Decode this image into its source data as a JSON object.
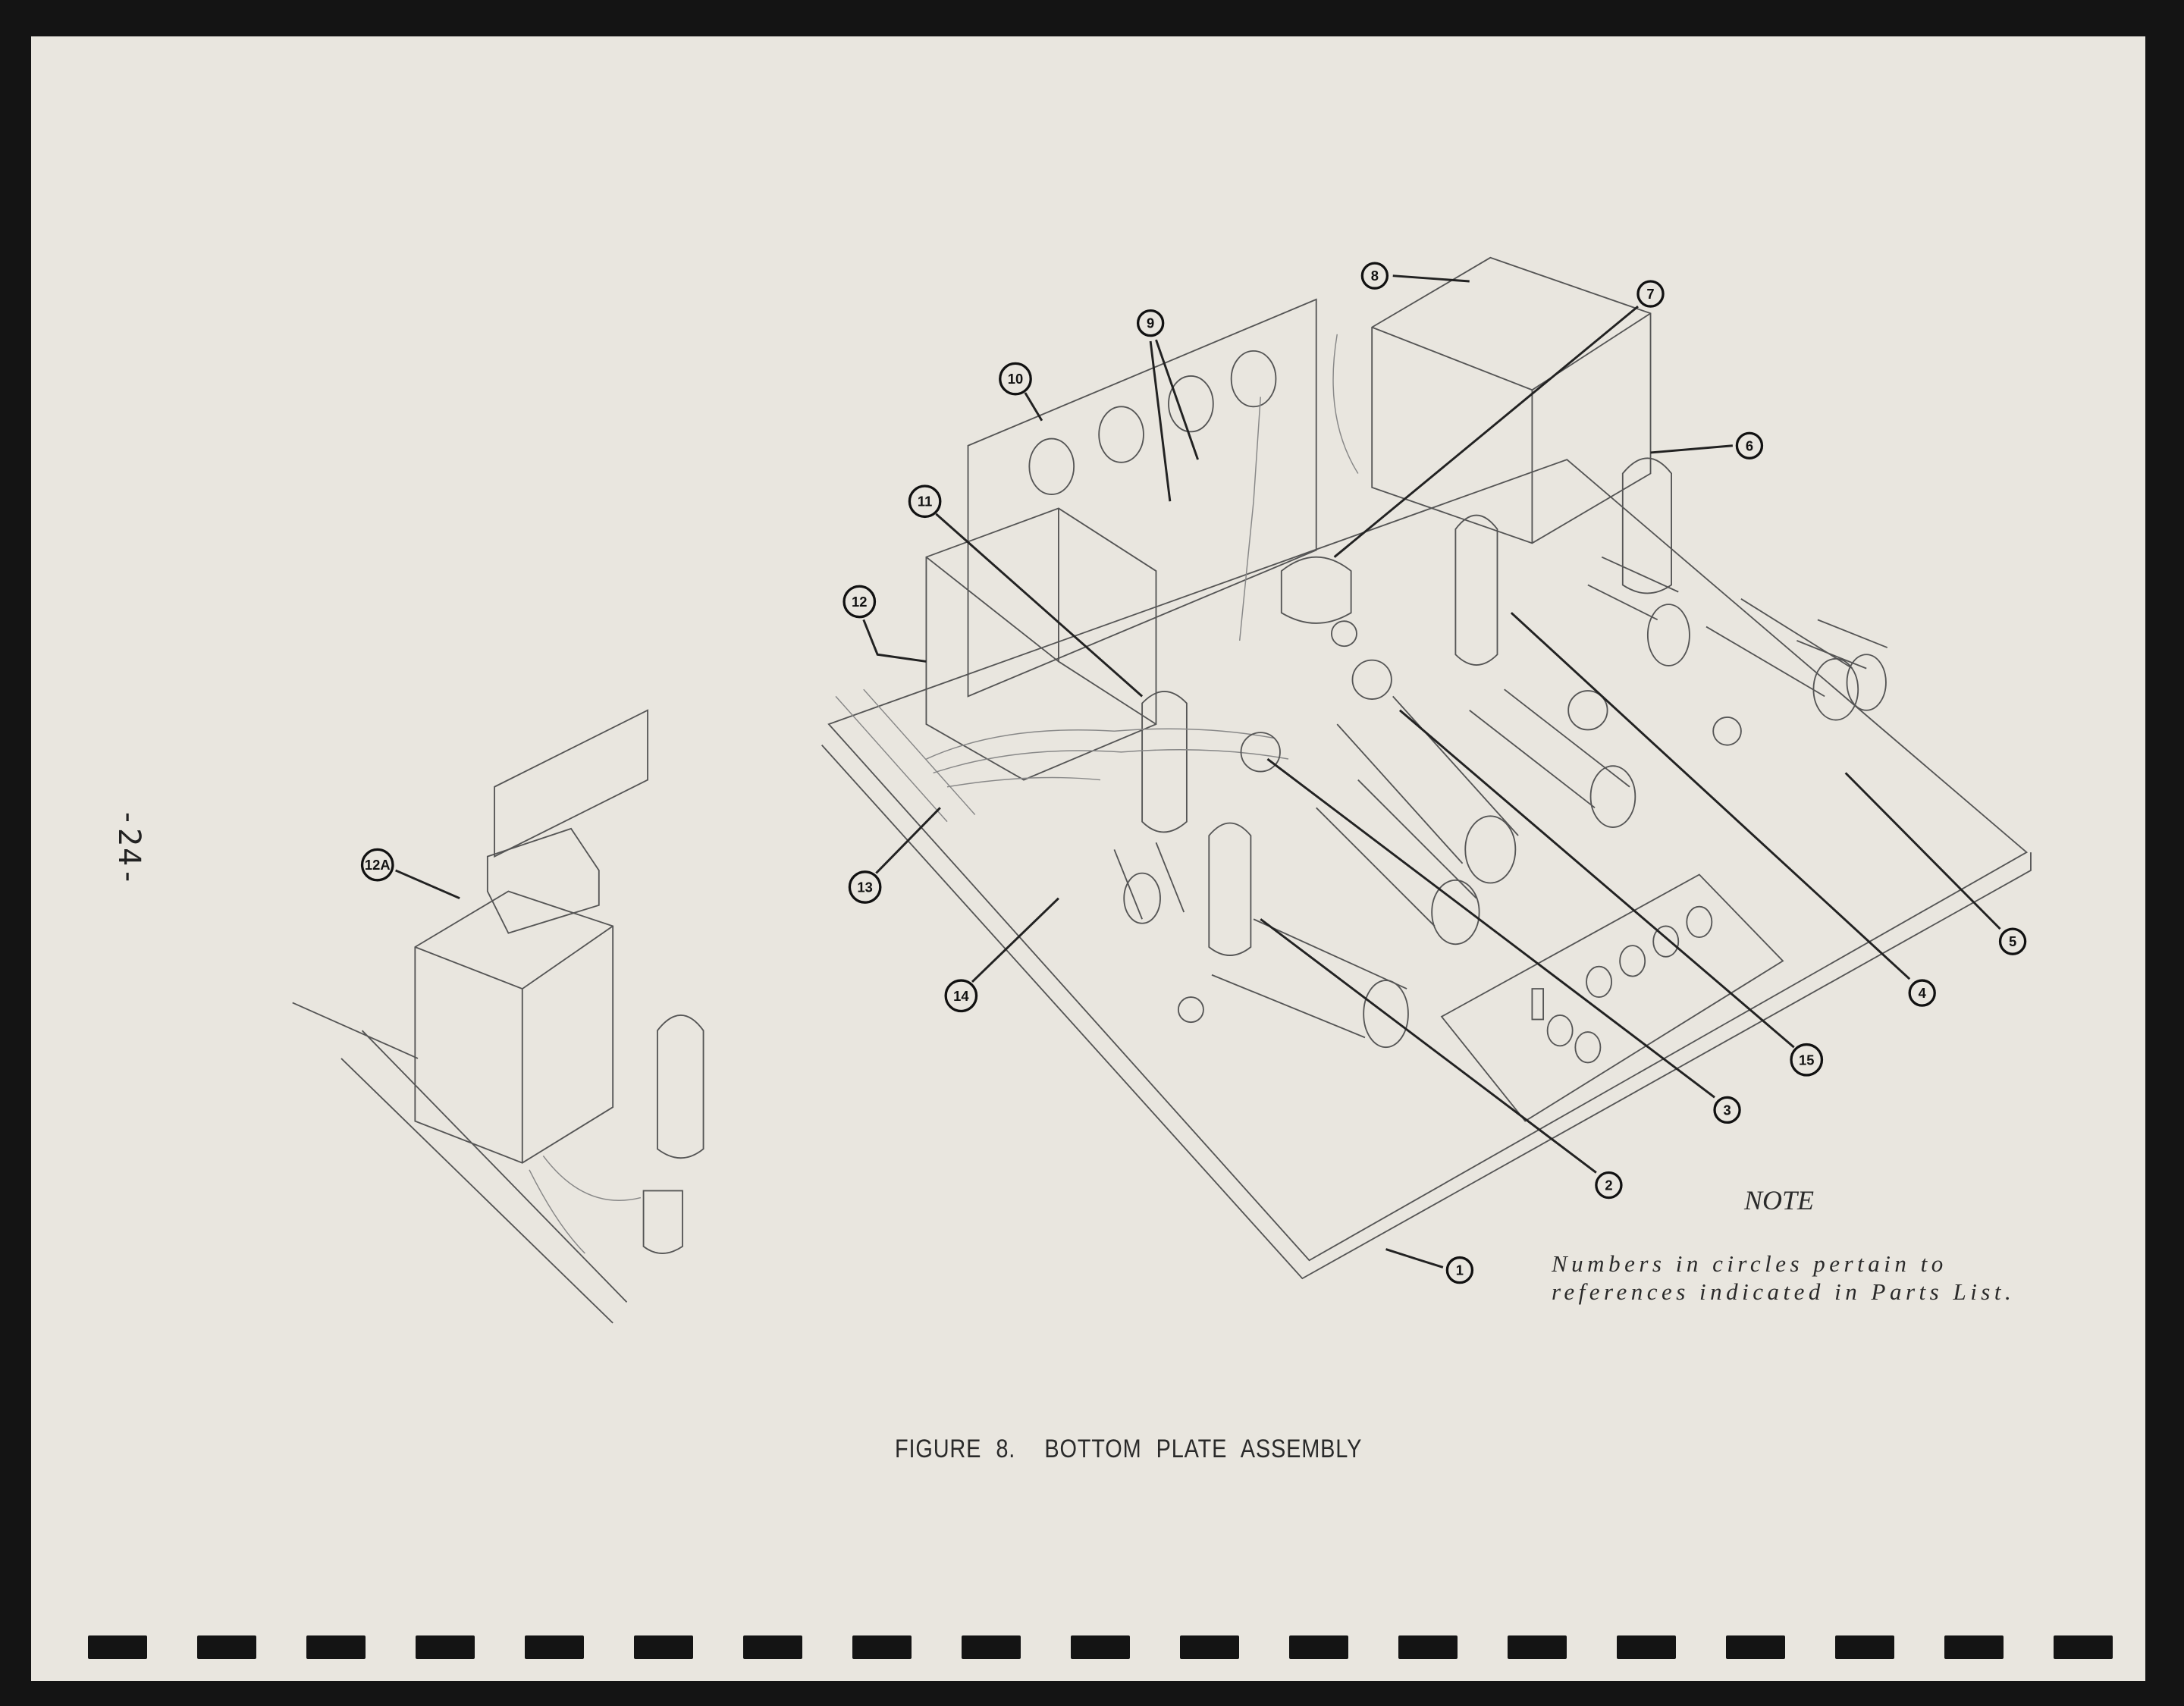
{
  "page": {
    "number": "-24-"
  },
  "figure": {
    "caption": "FIGURE 8.  BOTTOM PLATE ASSEMBLY"
  },
  "note": {
    "title": "NOTE",
    "body": "Numbers in circles pertain to references indicated in Parts List."
  },
  "callouts": [
    "1",
    "2",
    "3",
    "4",
    "5",
    "6",
    "7",
    "8",
    "9",
    "10",
    "11",
    "12",
    "12A",
    "13",
    "14",
    "15"
  ],
  "colors": {
    "paper": "#e9e6df",
    "background": "#141414",
    "ink": "#222222"
  }
}
